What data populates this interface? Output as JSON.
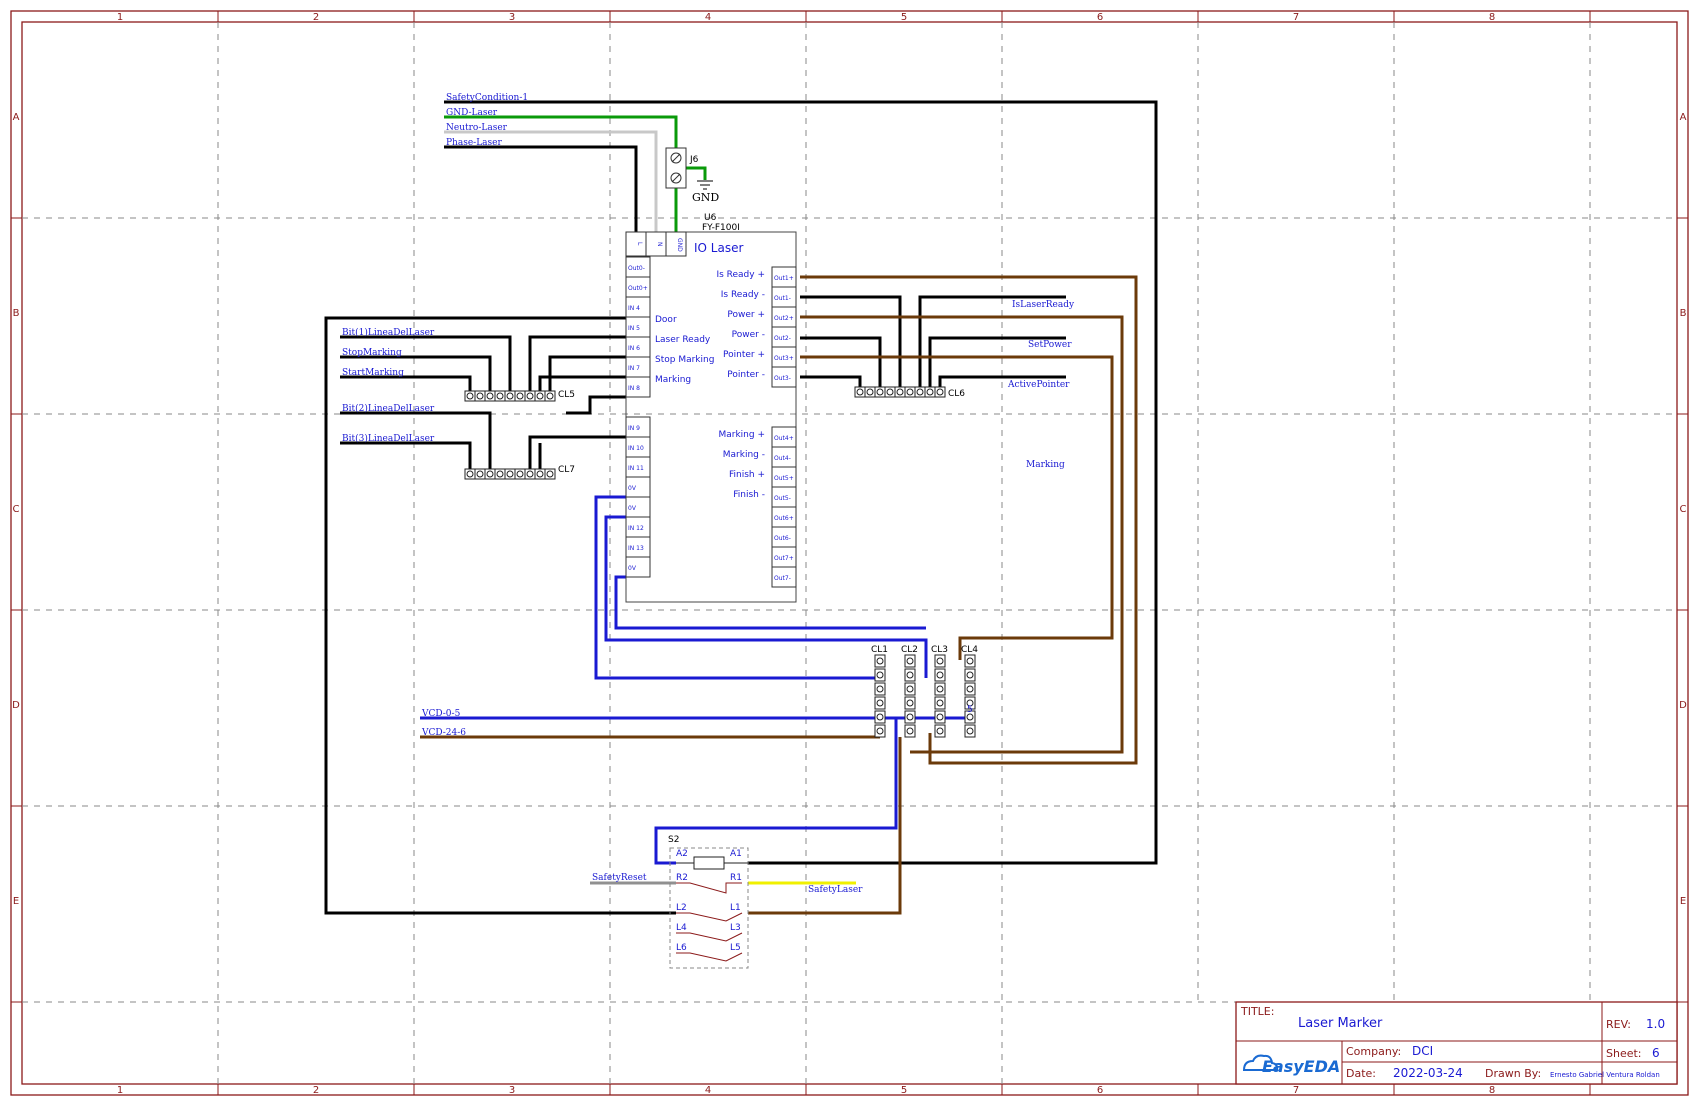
{
  "zones": {
    "columns": [
      "1",
      "2",
      "3",
      "4",
      "5",
      "6",
      "7",
      "8"
    ],
    "rows": [
      "A",
      "B",
      "C",
      "D",
      "E"
    ]
  },
  "nets": {
    "safety_condition": "SafetyCondition-1",
    "gnd_laser": "GND-Laser",
    "neutro_laser": "Neutro-Laser",
    "phase_laser": "Phase-Laser",
    "bit1": "Bit(1)LineaDelLaser",
    "stop_marking": "StopMarking",
    "start_marking": "StartMarking",
    "bit2": "Bit(2)LineaDelLaser",
    "bit3": "Bit(3)LineaDelLaser",
    "is_laser_ready": "IsLaserReady",
    "set_power": "SetPower",
    "active_pointer": "ActivePointer",
    "marking": "Marking",
    "vcd_0": "VCD-0-5",
    "vcd_24": "VCD-24-6",
    "safety_reset": "SafetyReset",
    "safety_laser": "SafetyLaser"
  },
  "j6": {
    "ref": "J6",
    "gnd_label": "GND"
  },
  "u6": {
    "ref": "U6",
    "part": "FY-F100I",
    "title": "IO Laser",
    "top_pins": [
      "L",
      "N",
      "GND"
    ],
    "left_pins": [
      "Out0-",
      "Out0+",
      "IN 4",
      "IN 5",
      "IN 6",
      "IN 7",
      "IN 8",
      "IN 9",
      "IN 10",
      "IN 11",
      "0V",
      "0V",
      "IN 12",
      "IN 13",
      "0V"
    ],
    "left_labels": [
      "Door",
      "Laser Ready",
      "Stop Marking",
      "Marking"
    ],
    "right_pins": [
      "Out1+",
      "Out1-",
      "Out2+",
      "Out2-",
      "Out3+",
      "Out3-",
      "Out4+",
      "Out4-",
      "Out5+",
      "Out5-",
      "Out6+",
      "Out6-",
      "Out7+",
      "Out7-"
    ],
    "right_labels": [
      "Is Ready +",
      "Is Ready -",
      "Power +",
      "Power -",
      "Pointer +",
      "Pointer -",
      "Marking +",
      "Marking -",
      "Finish +",
      "Finish -"
    ]
  },
  "connectors": {
    "cl5": "CL5",
    "cl6": "CL6",
    "cl7": "CL7",
    "cl1": "CL1",
    "cl2": "CL2",
    "cl3": "CL3",
    "cl4": "CL4",
    "cl4_pin5": "5"
  },
  "relay": {
    "ref": "S2",
    "pins": [
      "A2",
      "A1",
      "R2",
      "R1",
      "L2",
      "L1",
      "L4",
      "L3",
      "L6",
      "L5"
    ]
  },
  "title_block": {
    "title_label": "TITLE:",
    "title": "Laser Marker",
    "rev_label": "REV:",
    "rev": "1.0",
    "company_label": "Company:",
    "company": "DCI",
    "sheet_label": "Sheet:",
    "sheet": "6",
    "date_label": "Date:",
    "date": "2022-03-24",
    "drawn_label": "Drawn By:",
    "drawn_by": "Ernesto Gabriel Ventura Roldan",
    "logo": "EasyEDA",
    "colors": {
      "frame": "#8b1a1a",
      "value": "#1a1ad2"
    }
  },
  "wire_colors": {
    "black": "#000000",
    "green": "#0a9a0a",
    "grey": "#c8c8c8",
    "blue": "#1a1ad2",
    "brown": "#6b3a0a",
    "yellow": "#f0f000"
  }
}
